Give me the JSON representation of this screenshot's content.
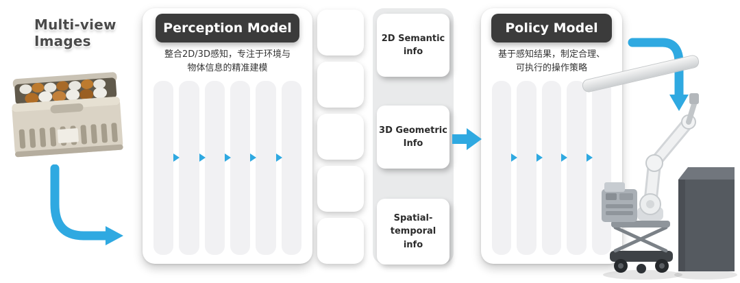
{
  "labels": {
    "multi_view_line1": "Multi-view",
    "multi_view_line2": "Images"
  },
  "perception": {
    "title": "Perception Model",
    "subtitle_line1": "整合2D/3D感知，专注于环境与",
    "subtitle_line2": "物体信息的精准建模",
    "bar_count": 6
  },
  "tokens": {
    "count": 5
  },
  "info_boxes": [
    {
      "lines": [
        "2D Semantic",
        "info"
      ]
    },
    {
      "lines": [
        "3D Geometric",
        "Info"
      ]
    },
    {
      "lines": [
        "Spatial-",
        "temporal",
        "info"
      ]
    }
  ],
  "policy": {
    "title": "Policy Model",
    "subtitle_line1": "基于感知结果，制定合理、",
    "subtitle_line2": "可执行的操作策略",
    "bar_count": 5
  },
  "colors": {
    "accent_blue": "#2FA9E1",
    "header_dark": "#3B3B3B",
    "bar_gray": "#F1F1F3",
    "strip_gray": "#E9EAEB"
  }
}
